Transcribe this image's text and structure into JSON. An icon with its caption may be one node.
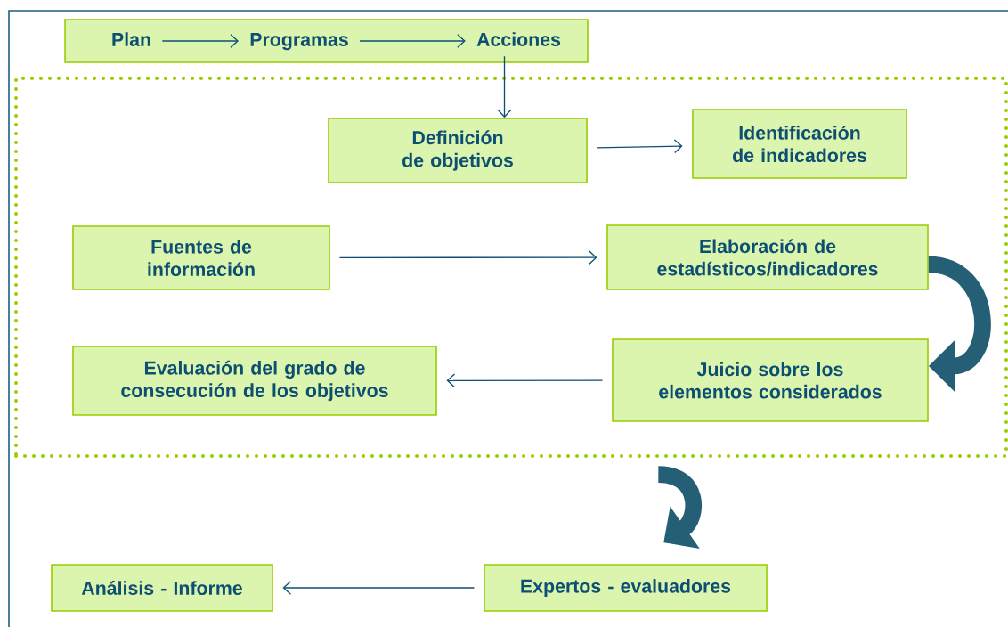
{
  "diagram": {
    "nodes": [
      {
        "text": [],
        "shape": "box"
      },
      {
        "text": [
          "Plan"
        ],
        "in": 0
      },
      {
        "text": [
          "Programas"
        ],
        "in": 0
      },
      {
        "text": [
          "Acciones"
        ],
        "in": 0
      },
      {
        "text": [],
        "shape": "box"
      },
      {
        "text": [
          "Definición de objetivos"
        ],
        "in": 4
      },
      {
        "text": [
          "Identificación de indicadores"
        ],
        "in": 4
      },
      {
        "text": [
          "Fuentes de información"
        ],
        "in": 4
      },
      {
        "text": [
          "Elaboración de estadísticos/indicadores"
        ],
        "in": 4
      },
      {
        "text": [
          "Evaluación del grado de consecución de los objetivos"
        ],
        "in": 4
      },
      {
        "text": [
          "Juicio sobre los elementos considerados"
        ],
        "in": 4
      },
      {
        "text": [
          "Expertos - evaluadores"
        ]
      },
      {
        "text": [
          "Análisis - Informe"
        ]
      }
    ],
    "edges": [
      {
        "from": 1,
        "to": 2,
        "arrow": "to"
      },
      {
        "from": 2,
        "to": 3,
        "arrow": "to"
      },
      {
        "from": 3,
        "to": 5,
        "arrow": "to"
      },
      {
        "from": 5,
        "to": 6,
        "arrow": "to"
      },
      {
        "from": 7,
        "to": 8,
        "arrow": "to"
      },
      {
        "from": 8,
        "to": 10,
        "arrow": "to",
        "style": "thick",
        "color": "#245f75"
      },
      {
        "from": 10,
        "to": 9,
        "arrow": "to"
      },
      {
        "from": 4,
        "to": 11,
        "arrow": "to",
        "style": "thick",
        "color": "#245f75"
      },
      {
        "from": 11,
        "to": 12,
        "arrow": "to"
      }
    ]
  }
}
